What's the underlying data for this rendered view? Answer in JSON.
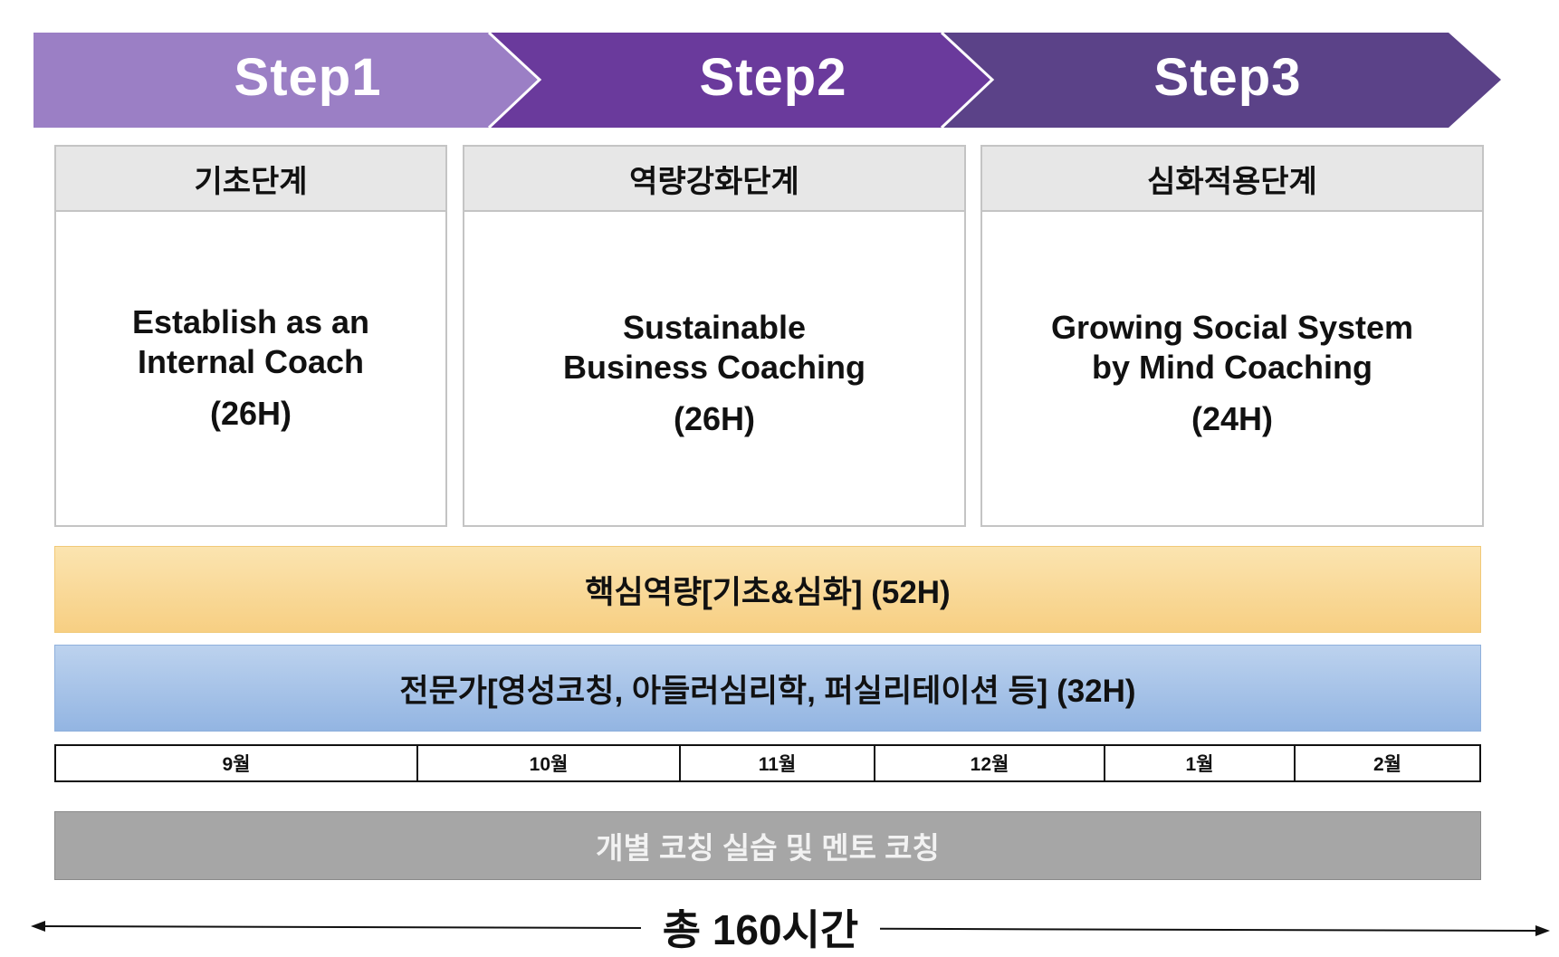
{
  "steps": [
    {
      "label": "Step1",
      "color": "#9b7fc5"
    },
    {
      "label": "Step2",
      "color": "#6a3a9c"
    },
    {
      "label": "Step3",
      "color": "#5b4288"
    }
  ],
  "stages": [
    {
      "header": "기초단계",
      "title": "Establish as an\nInternal Coach",
      "hours": "(26H)"
    },
    {
      "header": "역량강화단계",
      "title": "Sustainable\nBusiness Coaching",
      "hours": "(26H)"
    },
    {
      "header": "심화적용단계",
      "title": "Growing Social System\nby Mind Coaching",
      "hours": "(24H)"
    }
  ],
  "core_band": {
    "label": "핵심역량[기초&심화] (52H)",
    "color": "#f9d792"
  },
  "expert_band": {
    "label": "전문가[영성코칭, 아들러심리학, 퍼실리테이션 등] (32H)",
    "color": "#a9c4e8"
  },
  "months": [
    "9월",
    "10월",
    "11월",
    "12월",
    "1월",
    "2월"
  ],
  "mentoring": {
    "label": "개별 코칭 실습 및 멘토 코칭",
    "color": "#a6a6a6"
  },
  "total": {
    "label": "총 160시간"
  }
}
